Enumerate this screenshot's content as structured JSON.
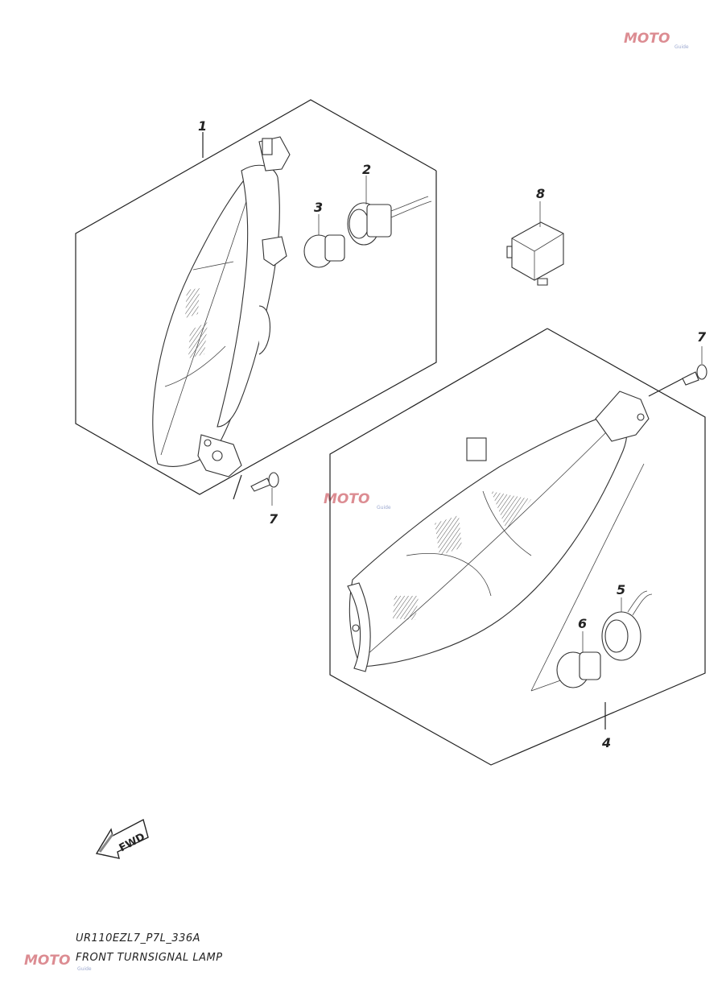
{
  "callouts": {
    "c1": "1",
    "c2": "2",
    "c3": "3",
    "c4": "4",
    "c5": "5",
    "c6": "6",
    "c7a": "7",
    "c7b": "7",
    "c8": "8"
  },
  "fwd_label": "FWD",
  "caption": {
    "code": "UR110EZL7_P7L_336A",
    "title": "FRONT TURNSIGNAL LAMP"
  },
  "watermark": {
    "text": "MOTO",
    "sub": "Guide"
  }
}
